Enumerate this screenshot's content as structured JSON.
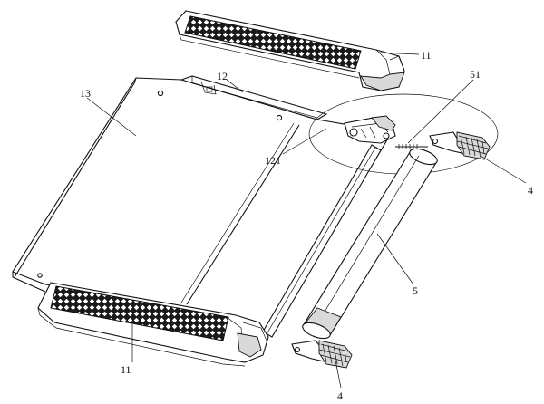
{
  "labels": {
    "l11_top": "11",
    "l12": "12",
    "l13": "13",
    "l51": "51",
    "l121": "121",
    "l4_right": "4",
    "l5": "5",
    "l11_bottom": "11",
    "l4_bottom": "4"
  },
  "colors": {
    "ink": "#111111",
    "paper": "#ffffff",
    "shade": "#d9d9d9"
  }
}
